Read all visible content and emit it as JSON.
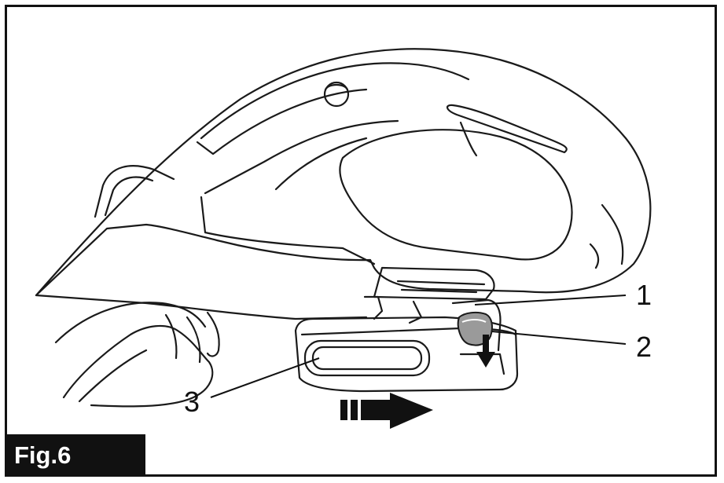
{
  "figure": {
    "label": "Fig.6",
    "callouts": [
      "1",
      "2",
      "3"
    ],
    "line_color": "#1a1a1a",
    "latch_color": "#9a9a9a",
    "arrow_color": "#111111"
  }
}
